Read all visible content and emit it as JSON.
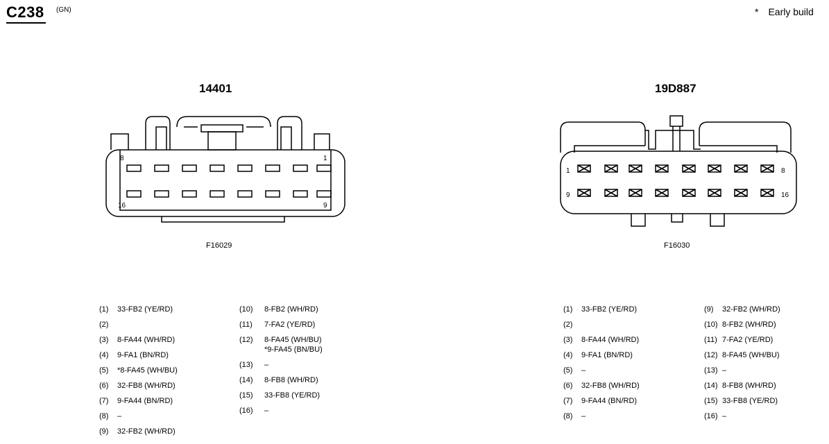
{
  "header": {
    "connector_id": "C238",
    "color_code": "(GN)",
    "note_star": "*",
    "note_text": "Early build"
  },
  "left": {
    "part_number": "14401",
    "figure_code": "F16029",
    "pin_labels": {
      "top_left": "8",
      "top_right": "1",
      "bottom_left": "16",
      "bottom_right": "9"
    },
    "col1": [
      {
        "num": "(1)",
        "text": "33-FB2 (YE/RD)"
      },
      {
        "num": "(2)",
        "text": ""
      },
      {
        "num": "(3)",
        "text": "8-FA44 (WH/RD)"
      },
      {
        "num": "(4)",
        "text": "9-FA1 (BN/RD)"
      },
      {
        "num": "(5)",
        "text": "*8-FA45 (WH/BU)"
      },
      {
        "num": "(6)",
        "text": "32-FB8 (WH/RD)"
      },
      {
        "num": "(7)",
        "text": "9-FA44 (BN/RD)"
      },
      {
        "num": "(8)",
        "text": "–"
      },
      {
        "num": "(9)",
        "text": "32-FB2 (WH/RD)"
      }
    ],
    "col2": [
      {
        "num": "(10)",
        "text": "8-FB2 (WH/RD)"
      },
      {
        "num": "(11)",
        "text": "7-FA2 (YE/RD)"
      },
      {
        "num": "(12)",
        "text": "8-FA45 (WH/BU)",
        "sub": "*9-FA45 (BN/BU)"
      },
      {
        "num": "(13)",
        "text": "–"
      },
      {
        "num": "(14)",
        "text": "8-FB8 (WH/RD)"
      },
      {
        "num": "(15)",
        "text": "33-FB8 (YE/RD)"
      },
      {
        "num": "(16)",
        "text": "–"
      }
    ]
  },
  "right": {
    "part_number": "19D887",
    "figure_code": "F16030",
    "pin_labels": {
      "top_left": "1",
      "top_right": "8",
      "bottom_left": "9",
      "bottom_right": "16"
    },
    "col1": [
      {
        "num": "(1)",
        "text": "33-FB2 (YE/RD)"
      },
      {
        "num": "(2)",
        "text": ""
      },
      {
        "num": "(3)",
        "text": "8-FA44 (WH/RD)"
      },
      {
        "num": "(4)",
        "text": "9-FA1 (BN/RD)"
      },
      {
        "num": "(5)",
        "text": "–"
      },
      {
        "num": "(6)",
        "text": "32-FB8 (WH/RD)"
      },
      {
        "num": "(7)",
        "text": "9-FA44 (BN/RD)"
      },
      {
        "num": "(8)",
        "text": "–"
      }
    ],
    "col2": [
      {
        "num": "(9)",
        "text": "32-FB2 (WH/RD)"
      },
      {
        "num": "(10)",
        "text": "8-FB2 (WH/RD)"
      },
      {
        "num": "(11)",
        "text": "7-FA2 (YE/RD)"
      },
      {
        "num": "(12)",
        "text": "8-FA45 (WH/BU)"
      },
      {
        "num": "(13)",
        "text": "–"
      },
      {
        "num": "(14)",
        "text": "8-FB8 (WH/RD)"
      },
      {
        "num": "(15)",
        "text": "33-FB8 (YE/RD)"
      },
      {
        "num": "(16)",
        "text": "–"
      }
    ]
  }
}
